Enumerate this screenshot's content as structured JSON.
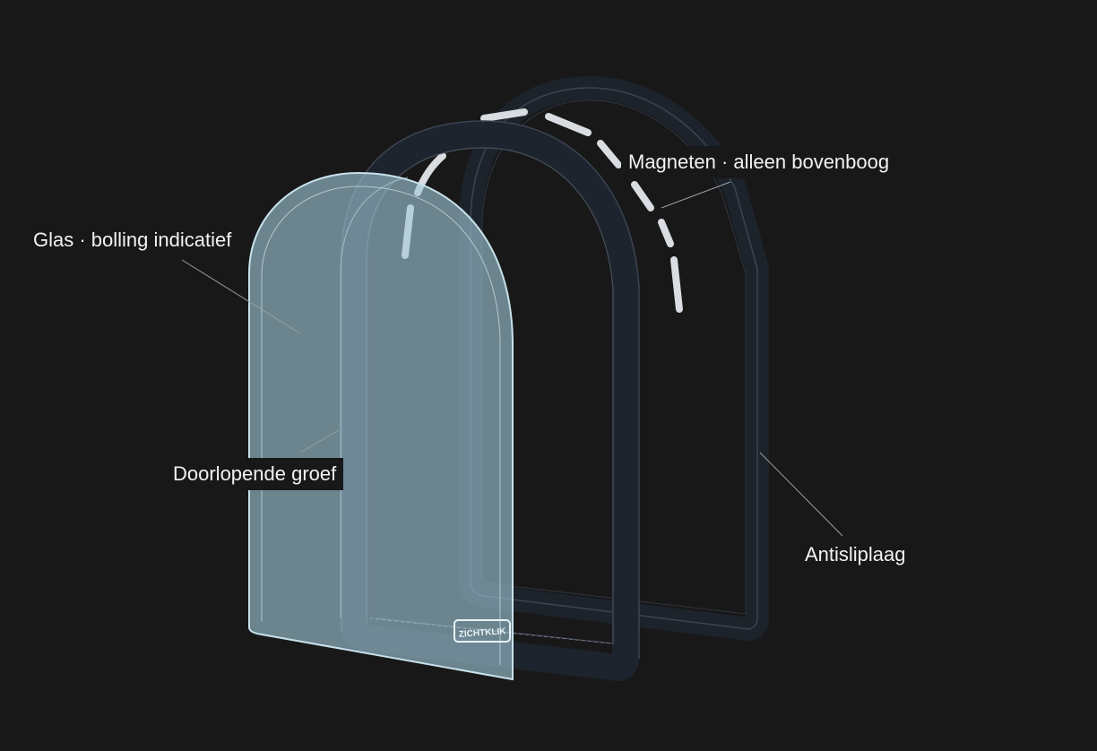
{
  "labels": {
    "glass": "Glas · bolling indicatief",
    "groove": "Doorlopende groef",
    "magnets": "Magneten · alleen bovenboog",
    "antislip": "Antisliplaag"
  },
  "logo_text": "ZICHTKLIK",
  "colors": {
    "background": "#181818",
    "frame": "#262d38",
    "frame_edge": "#3b4452",
    "glass": "#9fc7d6",
    "magnet": "#d9dde1",
    "leader": "#9aa0a6"
  }
}
